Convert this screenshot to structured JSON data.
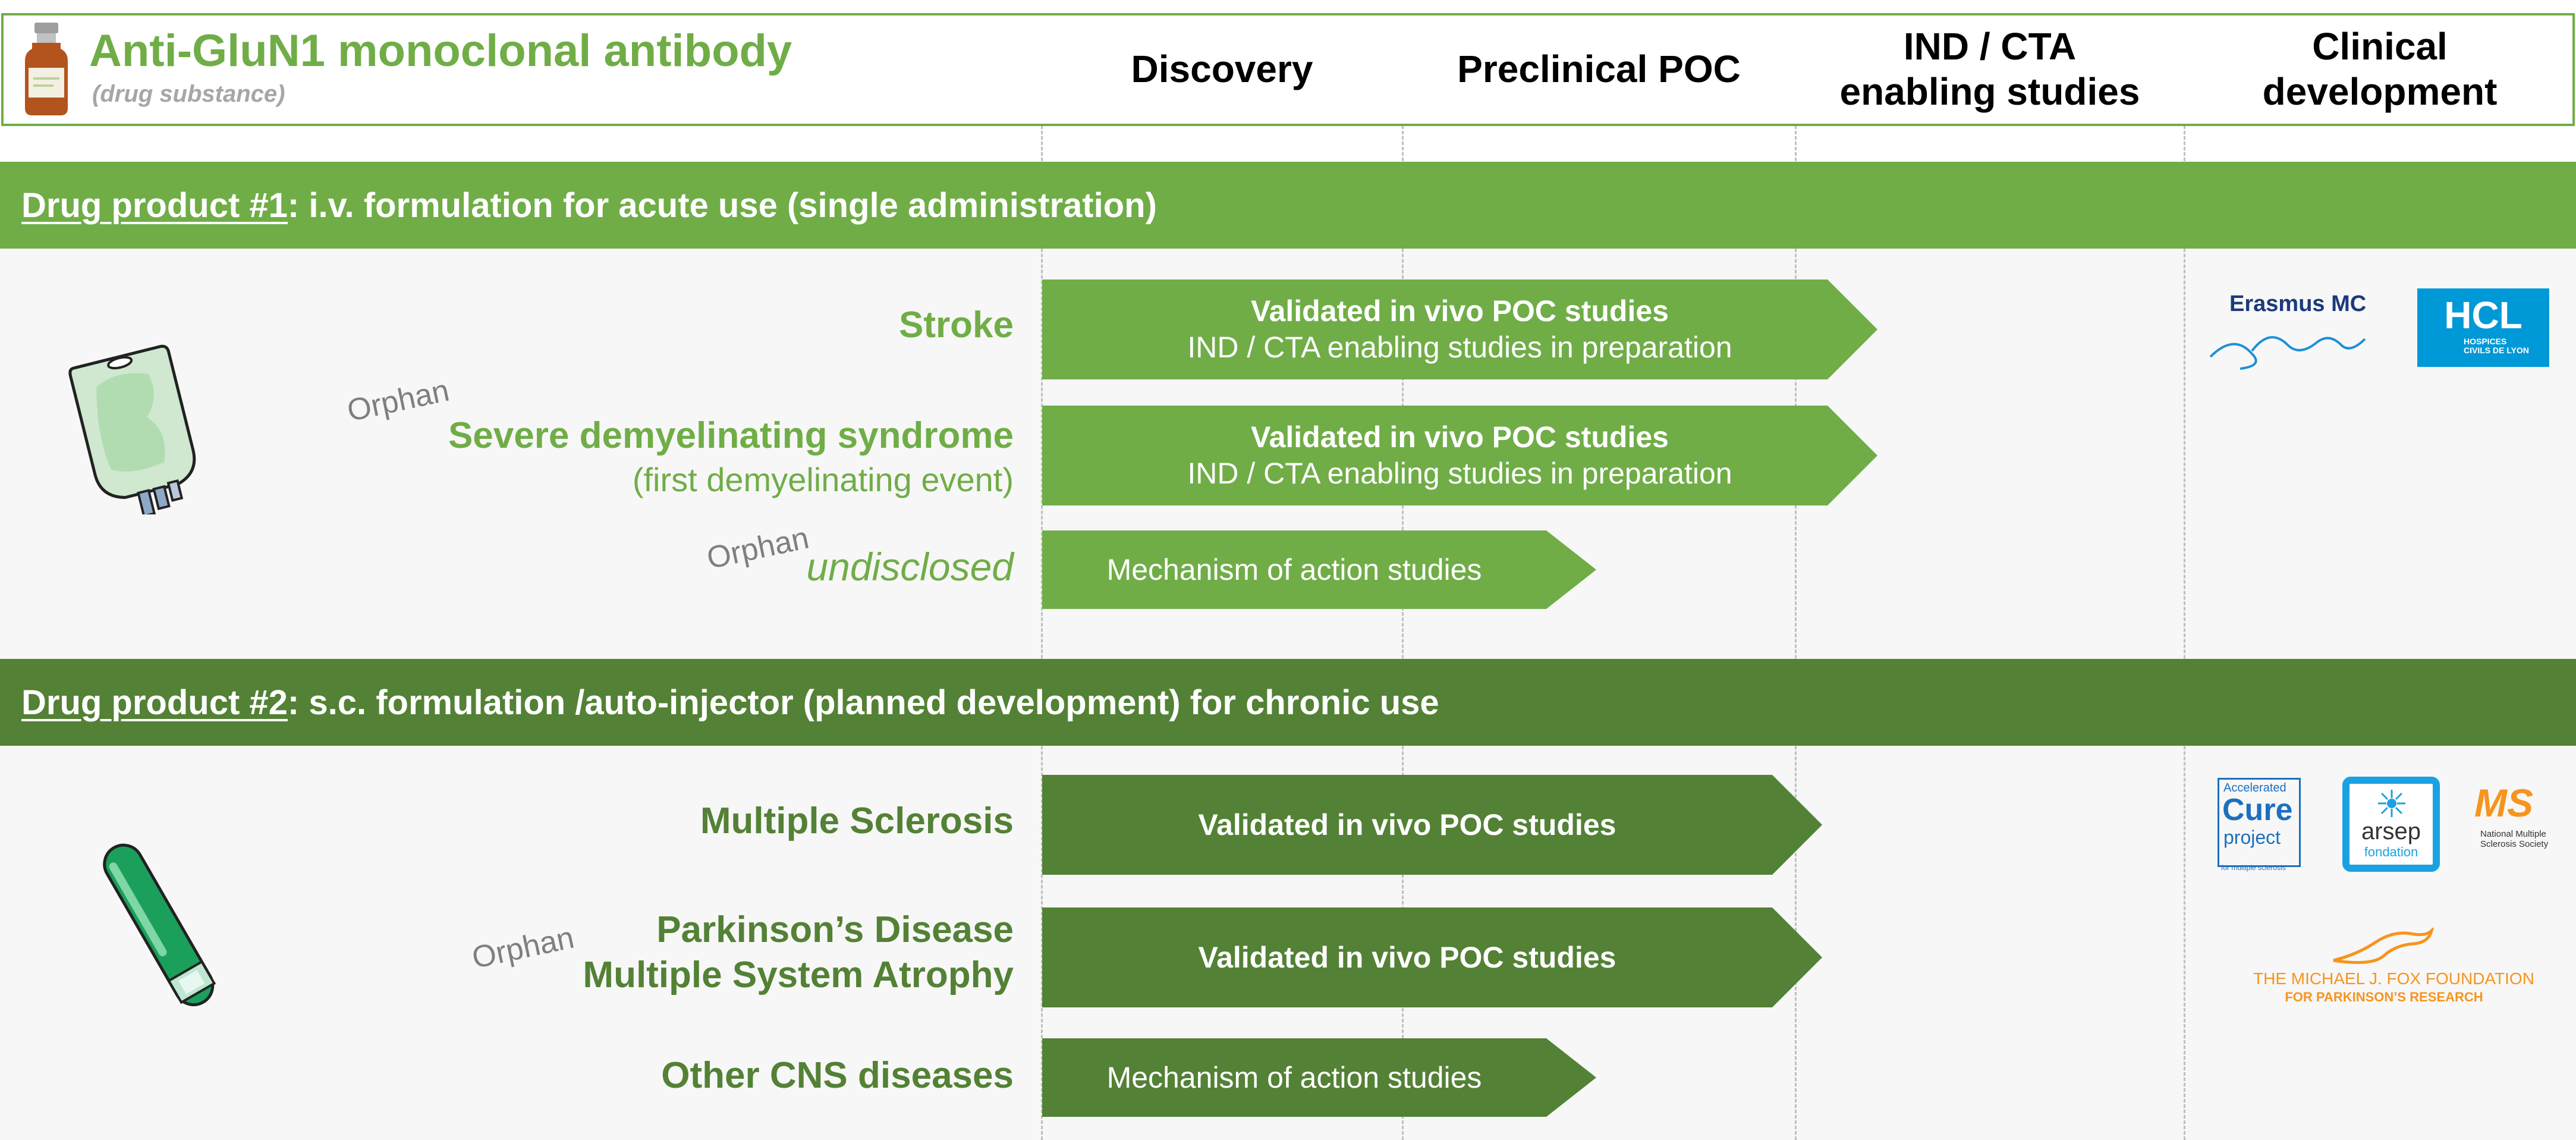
{
  "header": {
    "title": "Anti-GluN1 monoclonal antibody",
    "subtitle": "(drug substance)",
    "columns": [
      "Discovery",
      "Preclinical POC",
      "IND / CTA\nenabling studies",
      "Clinical\ndevelopment"
    ]
  },
  "colors": {
    "light_green": "#70ad47",
    "dark_green": "#538135",
    "grey": "#7f7f7f"
  },
  "section1": {
    "title_underlined": "Drug product #1",
    "title_rest": ": i.v. formulation for acute use (single administration)",
    "icon": "iv-bag-icon",
    "rows": [
      {
        "name": "Stroke",
        "sub": "",
        "orphan": "",
        "arrow_bold": "Validated in vivo POC studies",
        "arrow_text": "IND / CTA enabling studies in preparation"
      },
      {
        "name": "Severe demyelinating syndrome",
        "sub": "(first demyelinating event)",
        "orphan": "Orphan",
        "arrow_bold": "Validated in vivo POC studies",
        "arrow_text": "IND / CTA enabling studies in preparation"
      },
      {
        "name": "undisclosed",
        "sub": "",
        "orphan": "Orphan",
        "arrow_bold": "",
        "arrow_text": "Mechanism of action studies"
      }
    ],
    "partners": {
      "erasmus": "Erasmus MC",
      "hcl": "HCL",
      "hcl_sub": "HOSPICES CIVILS DE LYON"
    }
  },
  "section2": {
    "title_underlined": "Drug product #2",
    "title_rest": ": s.c. formulation /auto-injector (planned development) for chronic use",
    "icon": "auto-injector-icon",
    "rows": [
      {
        "name": "Multiple Sclerosis",
        "sub": "",
        "orphan": "",
        "arrow_bold": "Validated in vivo POC studies",
        "arrow_text": ""
      },
      {
        "name": "Parkinson’s Disease",
        "name2": "Multiple System Atrophy",
        "orphan": "Orphan",
        "arrow_bold": "Validated in vivo POC studies",
        "arrow_text": ""
      },
      {
        "name": "Other CNS diseases",
        "sub": "",
        "orphan": "",
        "arrow_bold": "",
        "arrow_text": "Mechanism of action studies"
      }
    ],
    "partners": {
      "cure_small": "Accelerated",
      "cure_big": "Cure",
      "cure_project": "project",
      "cure_side": "for multiple sclerosis",
      "arsep": "arsep",
      "arsep_sub": "fondation",
      "nmss": "MS",
      "nmss_sub": "National Multiple Sclerosis Society",
      "mjff": "THE MICHAEL J. FOX FOUNDATION",
      "mjff_sub": "FOR PARKINSON’S RESEARCH"
    }
  }
}
